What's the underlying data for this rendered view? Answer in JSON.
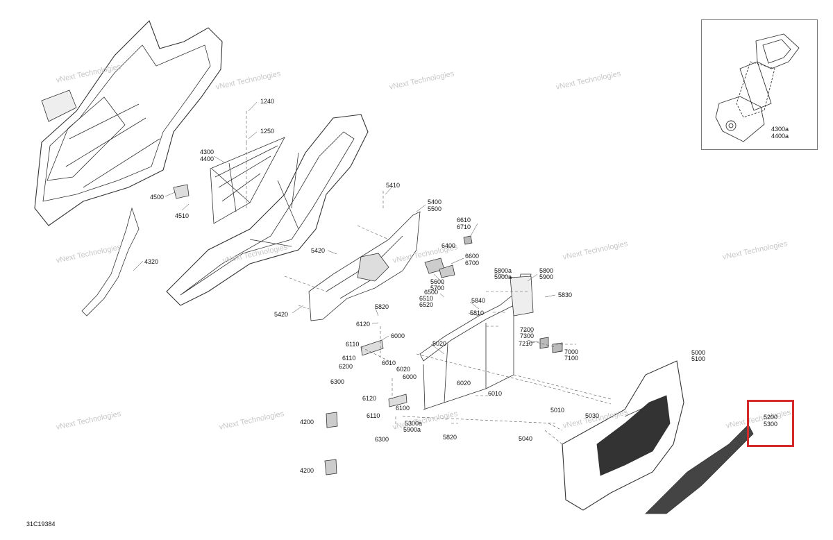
{
  "diagram": {
    "reference_code": "31C19384",
    "watermark_text": "vNext Technologies",
    "highlight_color": "#d62a2a",
    "inset_labels": [
      "4300a",
      "4400a"
    ],
    "callouts": [
      {
        "id": "c1240",
        "text": "1240"
      },
      {
        "id": "c1250",
        "text": "1250"
      },
      {
        "id": "c4300",
        "text": "4300"
      },
      {
        "id": "c4400",
        "text": "4400"
      },
      {
        "id": "c4500",
        "text": "4500"
      },
      {
        "id": "c4510",
        "text": "4510"
      },
      {
        "id": "c4320",
        "text": "4320"
      },
      {
        "id": "c5410",
        "text": "5410"
      },
      {
        "id": "c5400",
        "text": "5400"
      },
      {
        "id": "c5500",
        "text": "5500"
      },
      {
        "id": "c5420a",
        "text": "5420"
      },
      {
        "id": "c5420b",
        "text": "5420"
      },
      {
        "id": "c6610",
        "text": "6610"
      },
      {
        "id": "c6710",
        "text": "6710"
      },
      {
        "id": "c6400",
        "text": "6400"
      },
      {
        "id": "c6600",
        "text": "6600"
      },
      {
        "id": "c6700",
        "text": "6700"
      },
      {
        "id": "c5600",
        "text": "5600"
      },
      {
        "id": "c5700",
        "text": "5700"
      },
      {
        "id": "c6500",
        "text": "6500"
      },
      {
        "id": "c6510",
        "text": "6510"
      },
      {
        "id": "c6520",
        "text": "6520"
      },
      {
        "id": "c5800a",
        "text": "5800a"
      },
      {
        "id": "c5900a",
        "text": "5900a"
      },
      {
        "id": "c5800",
        "text": "5800"
      },
      {
        "id": "c5900",
        "text": "5900"
      },
      {
        "id": "c5830",
        "text": "5830"
      },
      {
        "id": "c5840",
        "text": "5840"
      },
      {
        "id": "c5810",
        "text": "5810"
      },
      {
        "id": "c5820a",
        "text": "5820"
      },
      {
        "id": "c6120a",
        "text": "6120"
      },
      {
        "id": "c6000a",
        "text": "6000"
      },
      {
        "id": "c6110a",
        "text": "6110"
      },
      {
        "id": "c5020",
        "text": "5020"
      },
      {
        "id": "c7200",
        "text": "7200"
      },
      {
        "id": "c7300",
        "text": "7300"
      },
      {
        "id": "c7210",
        "text": "7210"
      },
      {
        "id": "c7000",
        "text": "7000"
      },
      {
        "id": "c7100",
        "text": "7100"
      },
      {
        "id": "c6110b",
        "text": "6110"
      },
      {
        "id": "c6200",
        "text": "6200"
      },
      {
        "id": "c6010a",
        "text": "6010"
      },
      {
        "id": "c6020a",
        "text": "6020"
      },
      {
        "id": "c6000b",
        "text": "6000"
      },
      {
        "id": "c6300a",
        "text": "6300"
      },
      {
        "id": "c6020b",
        "text": "6020"
      },
      {
        "id": "c6010b",
        "text": "6010"
      },
      {
        "id": "c6120b",
        "text": "6120"
      },
      {
        "id": "c6100",
        "text": "6100"
      },
      {
        "id": "c6110c",
        "text": "6110"
      },
      {
        "id": "c5300a",
        "text": "5300a"
      },
      {
        "id": "c5900a2",
        "text": "5900a"
      },
      {
        "id": "c6300b",
        "text": "6300"
      },
      {
        "id": "c5820b",
        "text": "5820"
      },
      {
        "id": "c4200a",
        "text": "4200"
      },
      {
        "id": "c4200b",
        "text": "4200"
      },
      {
        "id": "c5000",
        "text": "5000"
      },
      {
        "id": "c5100",
        "text": "5100"
      },
      {
        "id": "c5010",
        "text": "5010"
      },
      {
        "id": "c5030",
        "text": "5030"
      },
      {
        "id": "c5040",
        "text": "5040"
      },
      {
        "id": "c5200",
        "text": "5200"
      },
      {
        "id": "c5300",
        "text": "5300"
      }
    ]
  }
}
